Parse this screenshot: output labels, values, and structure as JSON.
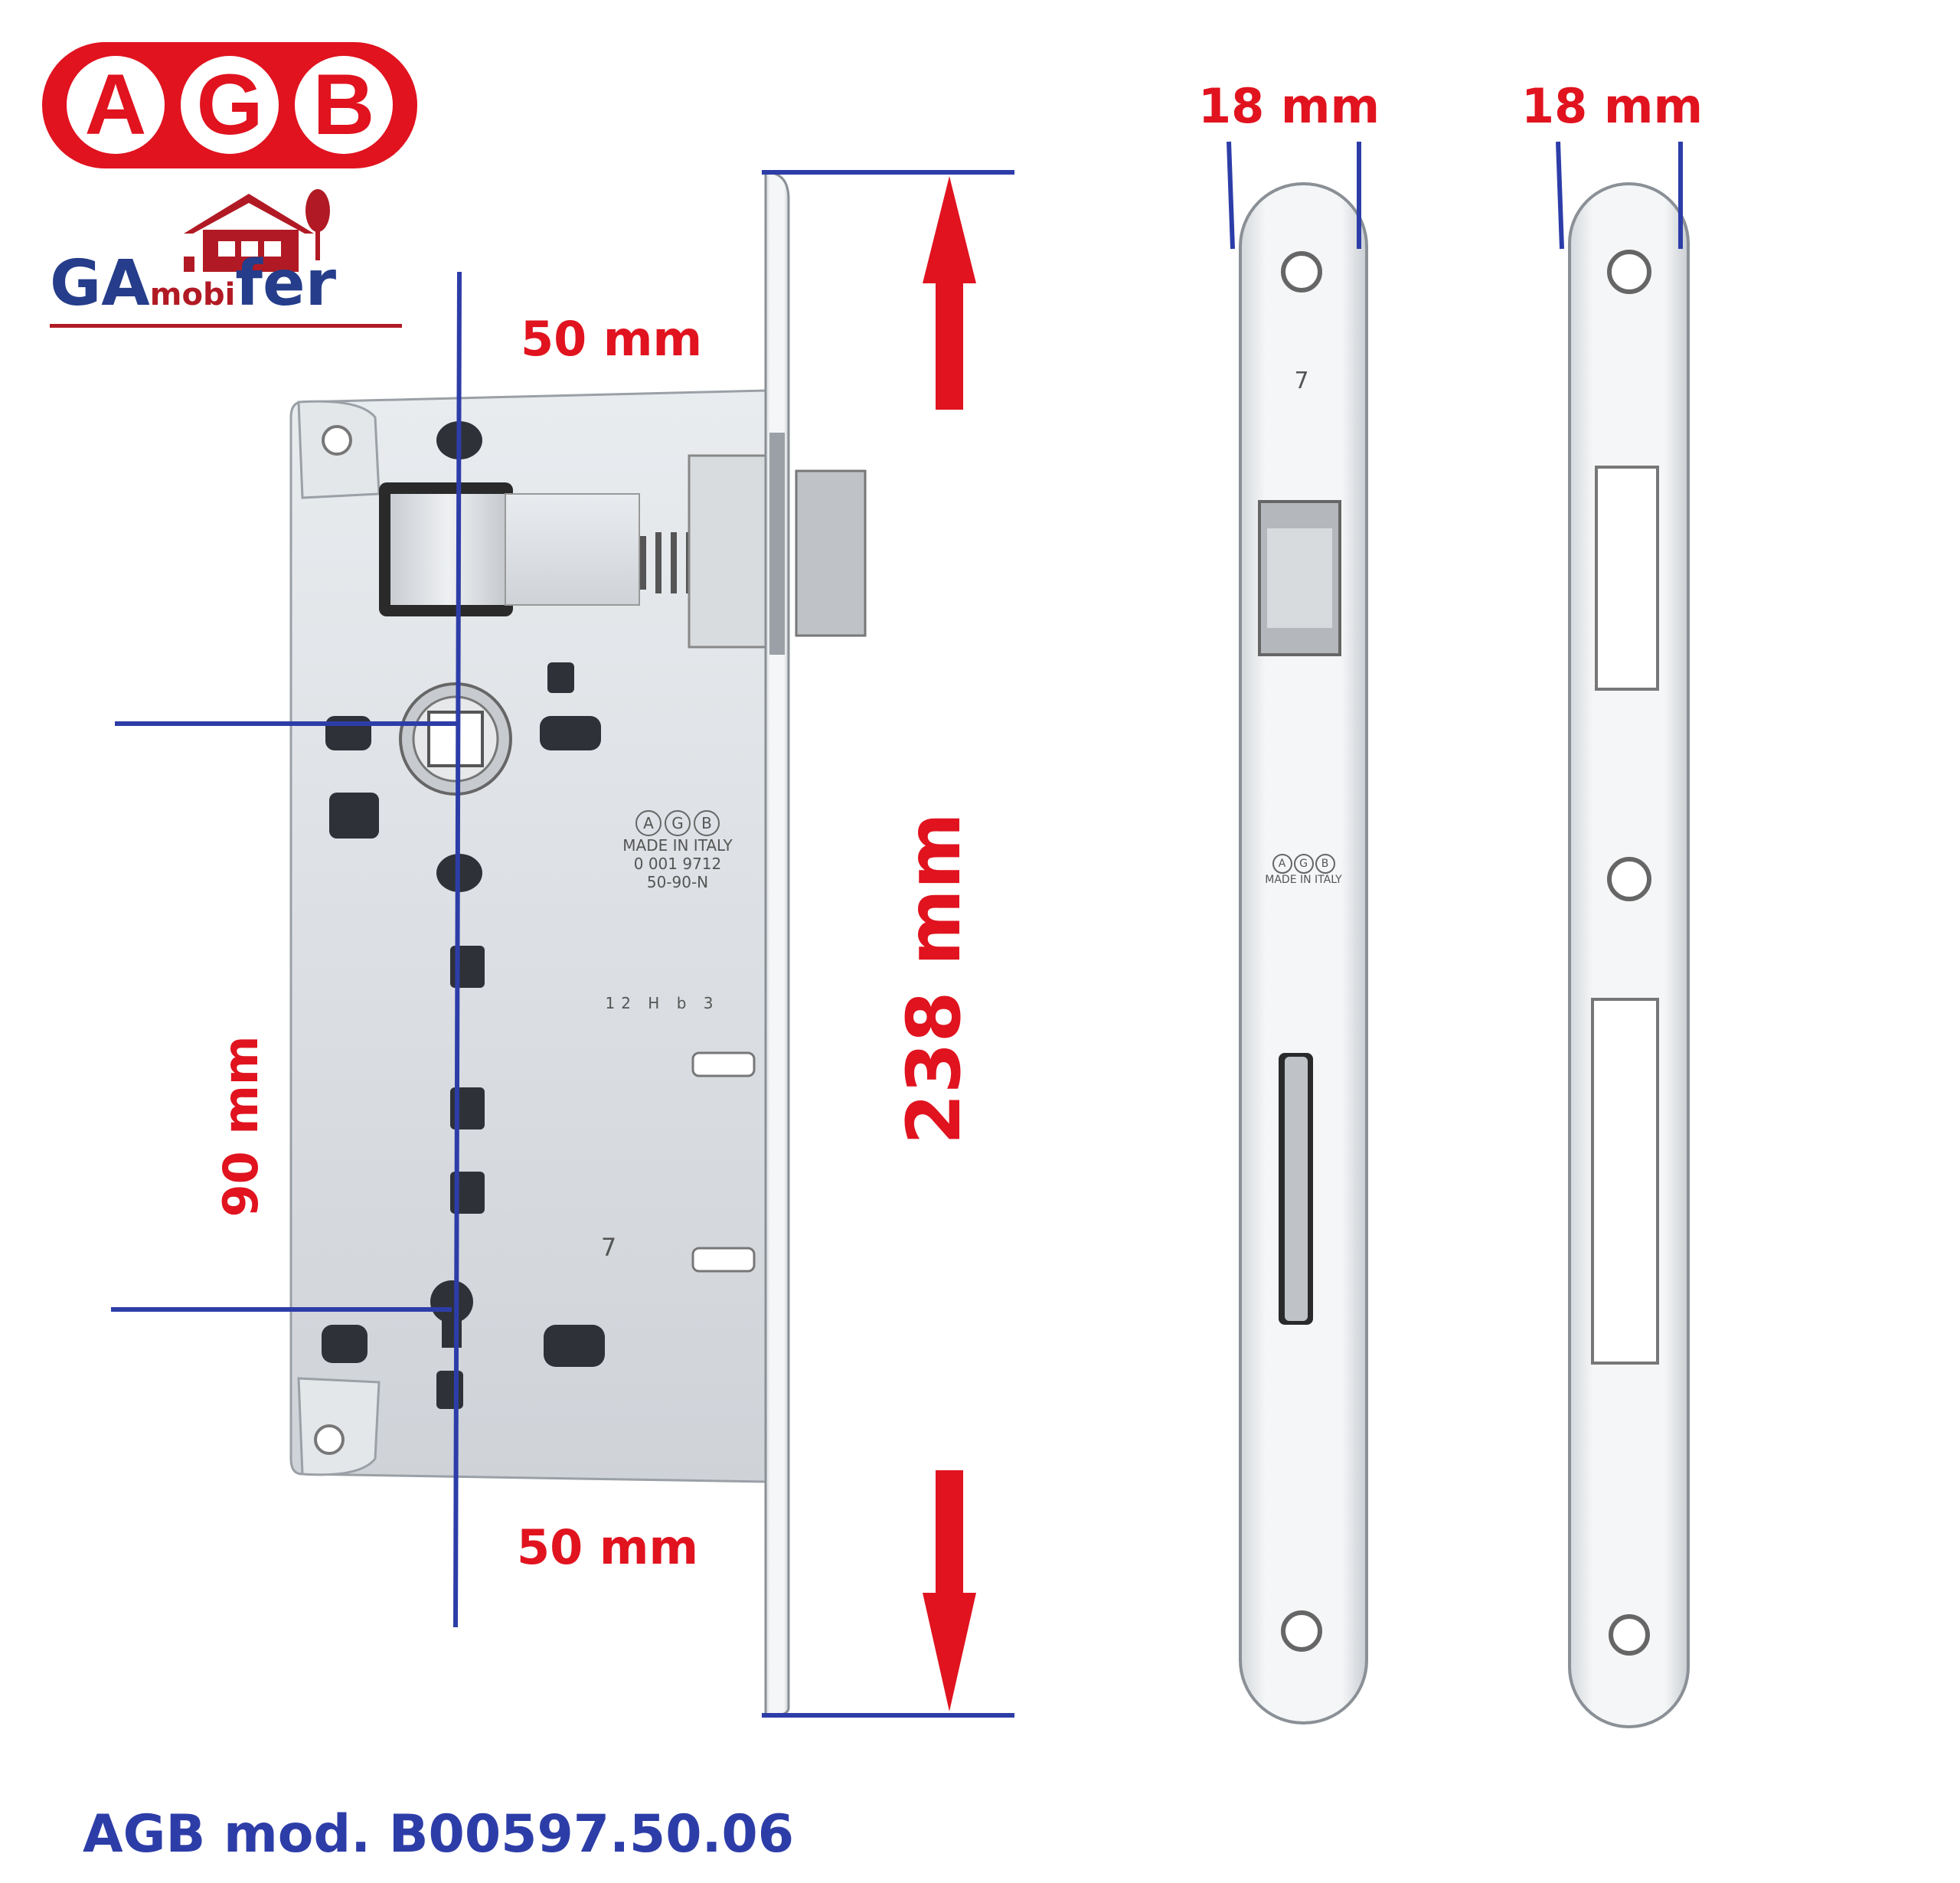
{
  "brand": {
    "agb_letters": [
      "A",
      "G",
      "B"
    ],
    "gamobifer": {
      "part1": "GA",
      "part2": "mobi",
      "part3": "fer"
    }
  },
  "dimensions": {
    "faceplate_width_1": "18 mm",
    "faceplate_width_2": "18 mm",
    "backset_top": "50 mm",
    "backset_bottom": "50 mm",
    "center_distance": "90 mm",
    "total_height": "238 mm"
  },
  "engraving": {
    "logo_letters": [
      "A",
      "G",
      "B"
    ],
    "made_in": "MADE IN ITALY",
    "serial": "0 001 9712",
    "code": "50-90-N",
    "batch": "12 H b 3",
    "digit": "7"
  },
  "strike_engraving": {
    "logo_letters": [
      "A",
      "G",
      "B"
    ],
    "made_in": "MADE IN ITALY",
    "digit": "7"
  },
  "model_caption": "AGB mod. B00597.50.06",
  "colors": {
    "agb_red": "#e0131f",
    "measure_blue": "#2d3da8",
    "label_red": "#e0131f",
    "metal": "#dcdfe3"
  }
}
